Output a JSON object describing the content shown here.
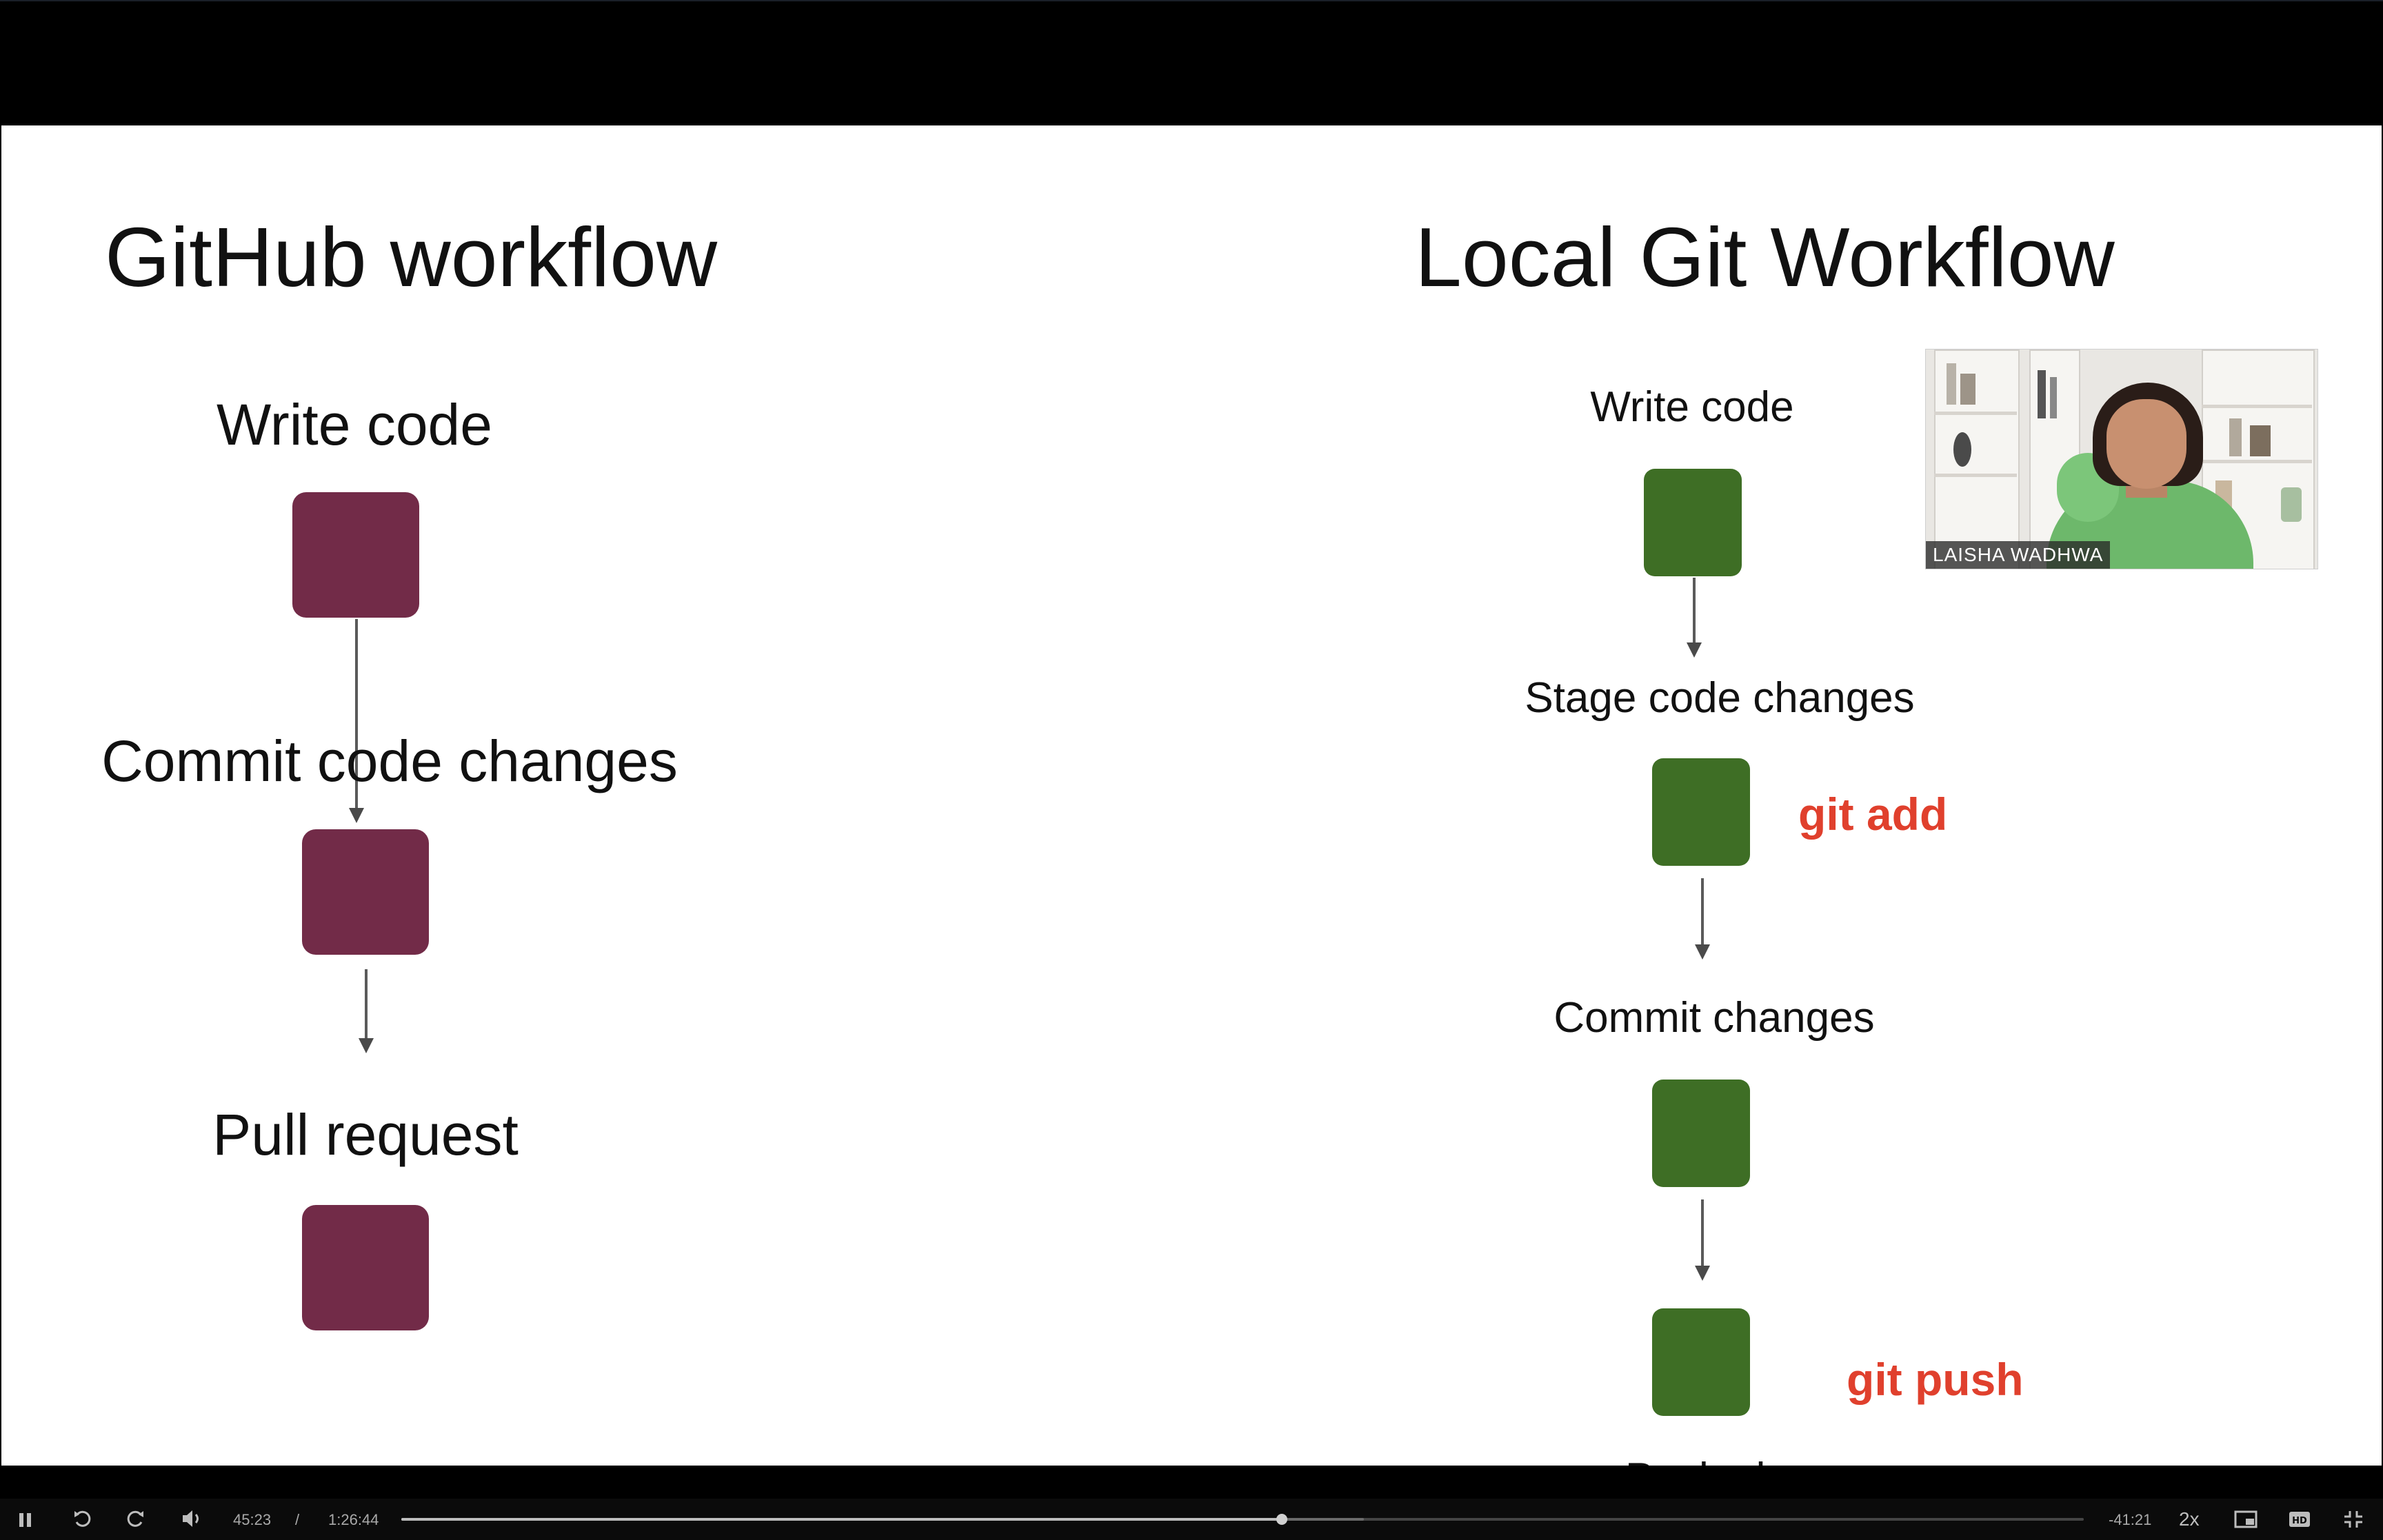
{
  "slide": {
    "left": {
      "title": "GitHub workflow",
      "steps": [
        "Write code",
        "Commit code changes",
        "Pull request"
      ],
      "box_color": "#722b48"
    },
    "right": {
      "title": "Local Git Workflow",
      "steps": [
        "Write code",
        "Stage code changes",
        "Commit changes"
      ],
      "commands": {
        "stage": "git add",
        "push": "git push"
      },
      "box_color": "#3e6e25",
      "command_color": "#e0402d"
    }
  },
  "webcam": {
    "name": "LAISHA WADHWA"
  },
  "player": {
    "current_time": "45:23",
    "separator": "/",
    "duration": "1:26:44",
    "remaining": "-41:21",
    "speed": "2x",
    "progress_fraction": 0.5234,
    "buffered_fraction": 0.572,
    "icons": [
      "pause-icon",
      "rewind-icon",
      "forward-icon",
      "volume-icon",
      "pip-icon",
      "hd-icon",
      "fullscreen-exit-icon"
    ]
  }
}
